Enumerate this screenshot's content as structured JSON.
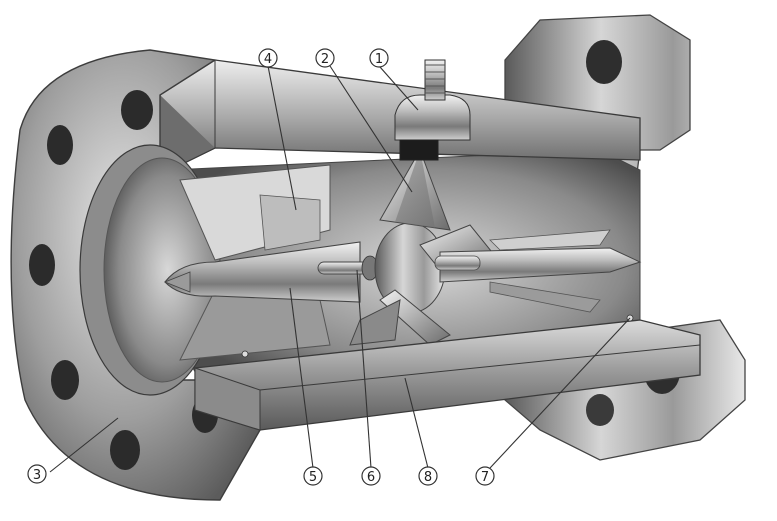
{
  "callouts": [
    {
      "id": "1",
      "label": "①"
    },
    {
      "id": "2",
      "label": "②"
    },
    {
      "id": "3",
      "label": "③"
    },
    {
      "id": "4",
      "label": "④"
    },
    {
      "id": "5",
      "label": "⑤"
    },
    {
      "id": "6",
      "label": "⑥"
    },
    {
      "id": "7",
      "label": "⑦"
    },
    {
      "id": "8",
      "label": "⑧"
    }
  ]
}
